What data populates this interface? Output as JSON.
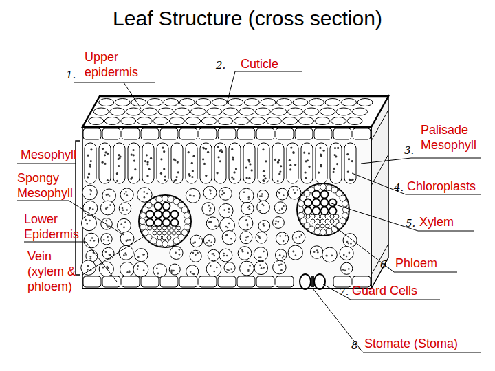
{
  "diagram": {
    "title": "Leaf Structure (cross section)",
    "labels": [
      "Upper epidermis",
      "1.",
      "Cuticle",
      "2.",
      "Mesophyll",
      "Palisade Mesophyll",
      "3.",
      "Spongy Mesophyll",
      "Chloroplasts",
      "4.",
      "Lower Epidermis",
      "Xylem",
      "5.",
      "Vein (xylem & phloem)",
      "Phloem",
      "6.",
      "Guard Cells",
      "7.",
      "Stomate (Stoma)",
      "8."
    ]
  }
}
